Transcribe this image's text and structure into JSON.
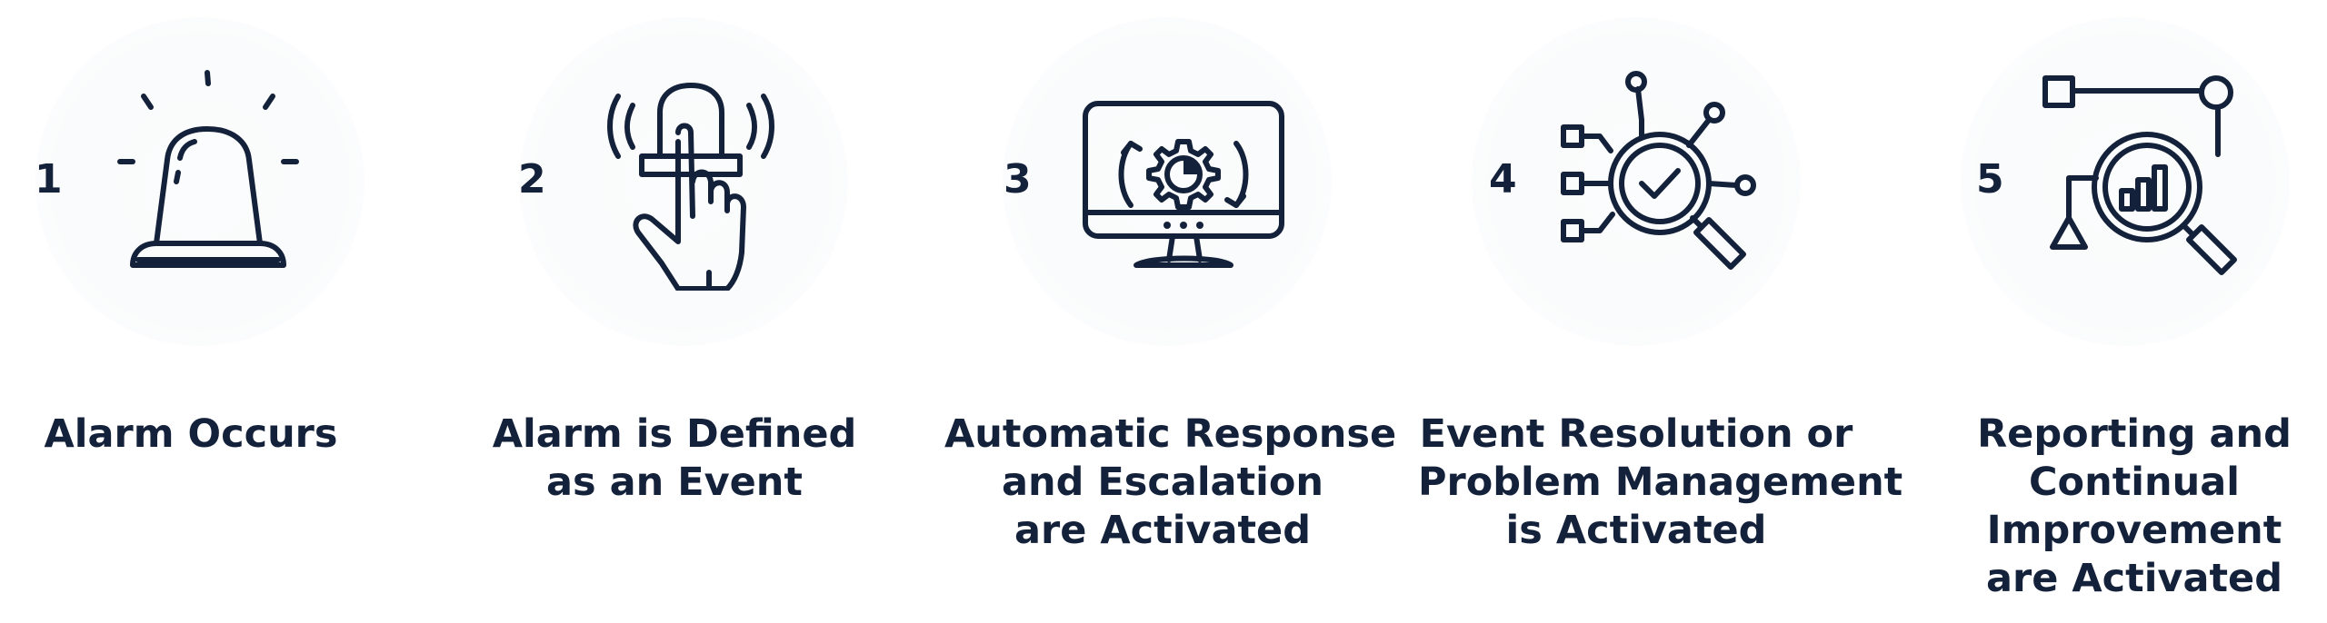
{
  "accent_color": "#14213a",
  "steps": [
    {
      "number": "1",
      "icon": "siren-icon",
      "label_lines": [
        "Alarm Occurs"
      ]
    },
    {
      "number": "2",
      "icon": "hand-pressing-button-icon",
      "label_lines": [
        "Alarm is Defined",
        "as an Event"
      ]
    },
    {
      "number": "3",
      "icon": "monitor-gear-icon",
      "label_lines": [
        "Automatic Response",
        "and Escalation",
        "are Activated"
      ]
    },
    {
      "number": "4",
      "icon": "magnifier-check-network-icon",
      "label_lines": [
        "Event Resolution or",
        "Problem Management",
        "is Activated"
      ]
    },
    {
      "number": "5",
      "icon": "magnifier-chart-report-icon",
      "label_lines": [
        "Reporting and",
        "Continual",
        "Improvement",
        "are Activated"
      ]
    }
  ]
}
